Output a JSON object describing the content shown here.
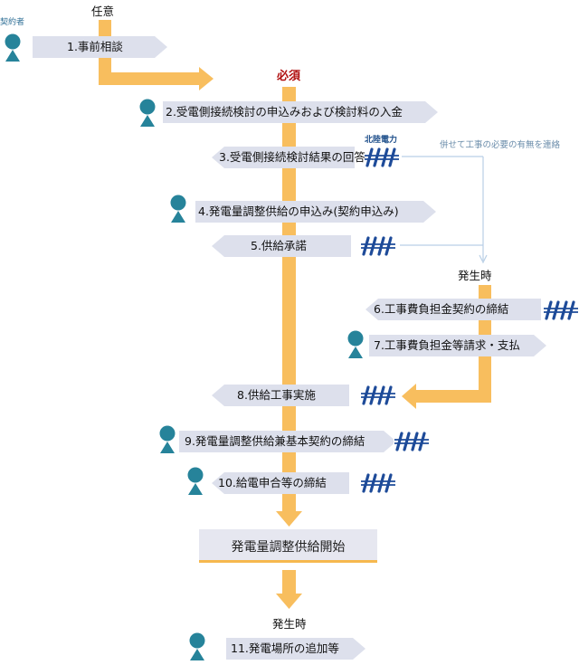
{
  "colors": {
    "flow": "#f8be5e",
    "step_box": "#dde0ec",
    "person": "#26839a",
    "hepco_logo": "#1e4b99",
    "note_line": "#b9cfe6",
    "required": "#b01010"
  },
  "labels": {
    "optional": "任意",
    "required": "必須",
    "contractor": "契約者",
    "hepco": "北陸電力",
    "side_note": "併せて工事の必要の有無を連絡",
    "occurs_1": "発生時",
    "occurs_2": "発生時",
    "start_supply": "発電量調整供給開始"
  },
  "steps": [
    {
      "label": "1.事前相談",
      "actor": "contractor"
    },
    {
      "label": "2.受電側接続検討の申込みおよび検討料の入金",
      "actor": "contractor"
    },
    {
      "label": "3.受電側接続検討結果の回答",
      "actor": "hepco"
    },
    {
      "label": "4.発電量調整供給の申込み(契約申込み)",
      "actor": "contractor"
    },
    {
      "label": "5.供給承諾",
      "actor": "hepco"
    },
    {
      "label": "6.工事費負担金契約の締結",
      "actor": "hepco"
    },
    {
      "label": "7.工事費負担金等請求・支払",
      "actor": "contractor"
    },
    {
      "label": "8.供給工事実施",
      "actor": "hepco"
    },
    {
      "label": "9.発電量調整供給兼基本契約の締結",
      "actor": "hepco"
    },
    {
      "label": "10.給電申合等の締結",
      "actor": "hepco"
    },
    {
      "label": "11.発電場所の追加等",
      "actor": "contractor"
    }
  ]
}
